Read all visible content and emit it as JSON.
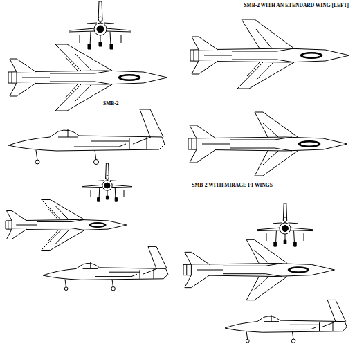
{
  "diagram": {
    "labels": [
      "SMB-2 WITH AN ETENDARD WING [LEFT]",
      "SMB-2",
      "SMB-2 WITH MIRAGE F1 WINGS"
    ]
  }
}
